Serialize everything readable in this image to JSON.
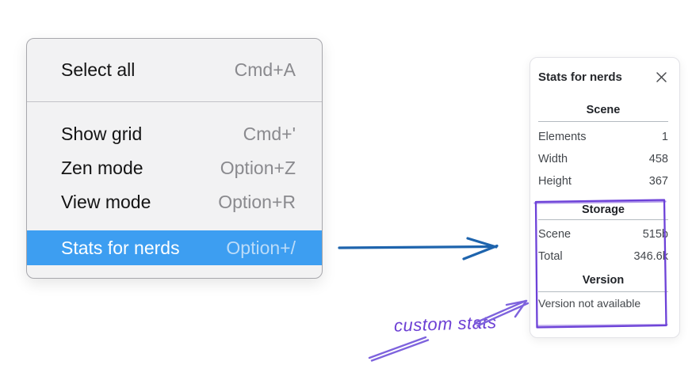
{
  "menu": {
    "sections": [
      {
        "items": [
          {
            "label": "Select all",
            "shortcut": "Cmd+A"
          }
        ]
      },
      {
        "items": [
          {
            "label": "Show grid",
            "shortcut": "Cmd+'"
          },
          {
            "label": "Zen mode",
            "shortcut": "Option+Z"
          },
          {
            "label": "View mode",
            "shortcut": "Option+R"
          },
          {
            "label": "Stats for nerds",
            "shortcut": "Option+/"
          }
        ]
      }
    ],
    "highlighted_item": "Stats for nerds"
  },
  "panel": {
    "title": "Stats for nerds",
    "close_icon": "close-x",
    "sections": [
      {
        "heading": "Scene",
        "rows": [
          [
            "Elements",
            "1"
          ],
          [
            "Width",
            "458"
          ],
          [
            "Height",
            "367"
          ]
        ]
      },
      {
        "heading": "Storage",
        "rows": [
          [
            "Scene",
            "515b"
          ],
          [
            "Total",
            "346.6k"
          ]
        ]
      },
      {
        "heading": "Version",
        "note": "Version not available"
      }
    ]
  },
  "annotation": {
    "label": "custom stats"
  },
  "colors": {
    "menu_highlight": "#3d9ef1",
    "menu_bg": "#f2f2f3",
    "flow_arrow_blue": "#1e64ad",
    "annotation_purple": "#6d42d8",
    "annotation_text_purple": "#6c3fd4",
    "shortcut_gray": "#8a8a8e"
  }
}
